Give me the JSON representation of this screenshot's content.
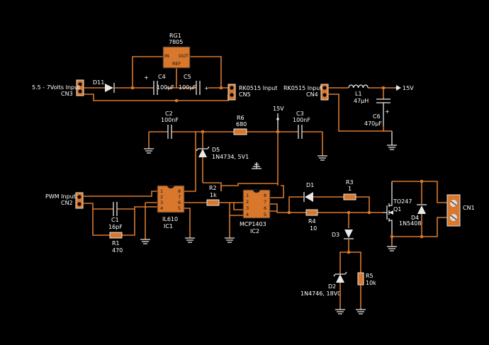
{
  "components": {
    "rg1": {
      "ref": "RG1",
      "value": "7805",
      "pin_in": "IN",
      "pin_out": "OUT",
      "pin_ref": "REF"
    },
    "c4": {
      "ref": "C4",
      "value": "100µF"
    },
    "c5": {
      "ref": "C5",
      "value": "100µF"
    },
    "d11": {
      "ref": "D11"
    },
    "cn3": {
      "ref": "CN3",
      "label": "5.5 - 7Volts Input"
    },
    "cn5": {
      "ref": "CN5",
      "label": "RK0515 Input"
    },
    "cn4": {
      "ref": "CN4",
      "label": "RK0515 Input"
    },
    "l1": {
      "ref": "L1",
      "value": "47µH"
    },
    "c6": {
      "ref": "C6",
      "value": "470µF"
    },
    "v15a": {
      "label": "15V"
    },
    "v15b": {
      "label": "15V"
    },
    "c2": {
      "ref": "C2",
      "value": "100nF"
    },
    "r6": {
      "ref": "R6",
      "value": "680"
    },
    "c3": {
      "ref": "C3",
      "value": "100nF"
    },
    "d5": {
      "ref": "D5",
      "value": "1N4734, 5V1"
    },
    "cn2": {
      "ref": "CN2",
      "label": "PWM Input"
    },
    "c1": {
      "ref": "C1",
      "value": "16pF"
    },
    "r1": {
      "ref": "R1",
      "value": "470"
    },
    "ic1": {
      "ref": "IC1",
      "value": "IL610"
    },
    "r2": {
      "ref": "R2",
      "value": "1k"
    },
    "ic2": {
      "ref": "IC2",
      "value": "MCP1403"
    },
    "d1": {
      "ref": "D1"
    },
    "r3": {
      "ref": "R3",
      "value": "1"
    },
    "r4": {
      "ref": "R4",
      "value": "10"
    },
    "d3": {
      "ref": "D3"
    },
    "d2": {
      "ref": "D2",
      "value": "1N4746, 18V0"
    },
    "r5": {
      "ref": "R5",
      "value": "10k"
    },
    "q1": {
      "ref": "Q1",
      "value": "TO247"
    },
    "d4": {
      "ref": "D4",
      "value": "1N5408"
    },
    "cn1": {
      "ref": "CN1"
    }
  },
  "pins": {
    "left": [
      "1",
      "2",
      "3",
      "4"
    ],
    "right": [
      "8",
      "7",
      "6",
      "5"
    ]
  },
  "polarity": {
    "plus": "+"
  },
  "colors": {
    "background": "#000000",
    "wire": "#d9782d",
    "symbol": "#e8e8e8",
    "text": "#ffffff"
  }
}
